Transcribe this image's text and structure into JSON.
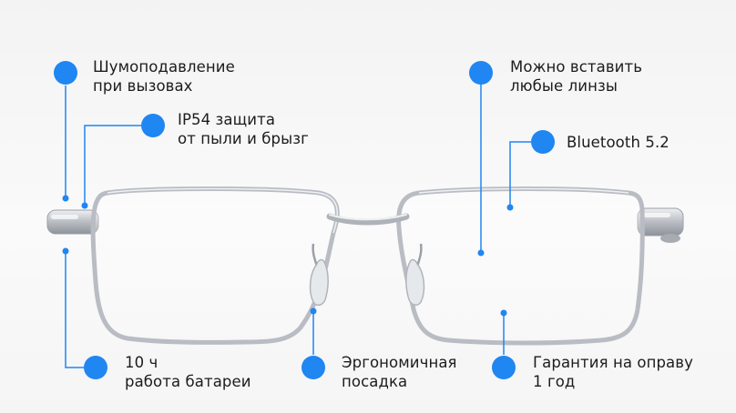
{
  "features": {
    "noise": {
      "line1": "Шумоподавление",
      "line2": "при вызовах"
    },
    "ip54": {
      "line1": "IP54 защита",
      "line2": "от пыли и брызг"
    },
    "lenses": {
      "line1": "Можно вставить",
      "line2": "любые линзы"
    },
    "bluetooth": {
      "line1": "Bluetooth 5.2"
    },
    "battery": {
      "line1": "10 ч",
      "line2": "работа батареи"
    },
    "ergonomic": {
      "line1": "Эргономичная",
      "line2": "посадка"
    },
    "warranty": {
      "line1": "Гарантия на оправу",
      "line2": "1 год"
    }
  },
  "colors": {
    "accent": "#1f86f2",
    "text": "#1c1c1c",
    "frame": "#c3c6cb"
  }
}
